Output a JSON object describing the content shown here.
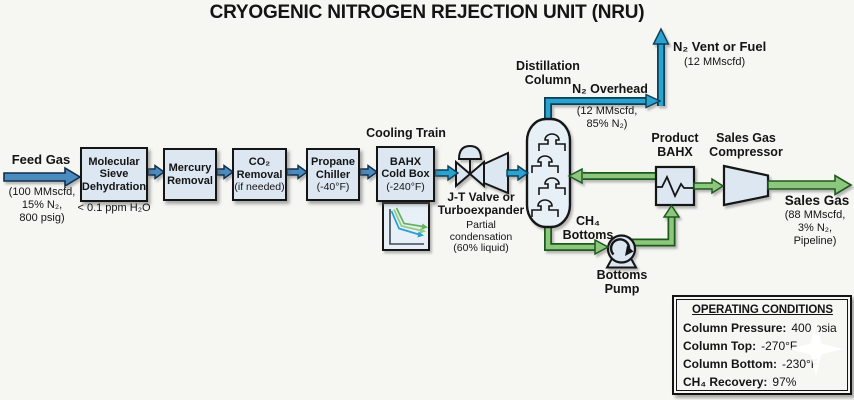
{
  "title": "CRYOGENIC NITROGEN REJECTION UNIT (NRU)",
  "feed": {
    "label": "Feed Gas",
    "info1": "(100 MMscfd,",
    "info2": "15% N₂,",
    "info3": "800 psig)"
  },
  "boxes": {
    "molsieve": {
      "l1": "Molecular",
      "l2": "Sieve",
      "l3": "Dehydration",
      "note": "< 0.1 ppm H₂O"
    },
    "mercury": {
      "l1": "Mercury",
      "l2": "Removal"
    },
    "co2": {
      "l1": "CO₂",
      "l2": "Removal",
      "l3": "(if needed)"
    },
    "propane": {
      "l1": "Propane",
      "l2": "Chiller",
      "l3": "(-40°F)"
    },
    "bahx": {
      "section": "Cooling Train",
      "l1": "BAHX",
      "l2": "Cold Box",
      "l3": "(-240°F)"
    }
  },
  "jt": {
    "l1": "J-T Valve or",
    "l2": "Turboexpander",
    "n1": "Partial",
    "n2": "condensation",
    "n3": "(60% liquid)"
  },
  "column": {
    "l1": "Distillation",
    "l2": "Column"
  },
  "overhead": {
    "label": "N₂ Overhead",
    "i1": "(12 MMscfd,",
    "i2": "85% N₂)"
  },
  "vent": {
    "label": "N₂ Vent or Fuel",
    "info": "(12 MMscfd)"
  },
  "bottoms": {
    "l1": "CH₄",
    "l2": "Bottoms"
  },
  "pump": {
    "l1": "Bottoms",
    "l2": "Pump"
  },
  "pbahx": {
    "l1": "Product",
    "l2": "BAHX"
  },
  "compressor": {
    "l1": "Sales Gas",
    "l2": "Compressor"
  },
  "sales": {
    "label": "Sales Gas",
    "i1": "(88 MMscfd,",
    "i2": "3% N₂,",
    "i3": "Pipeline)"
  },
  "conditions": {
    "title": "OPERATING CONDITIONS",
    "rows": [
      {
        "label": "Column Pressure:",
        "value": "400 psia"
      },
      {
        "label": "Column Top:",
        "value": "-270°F"
      },
      {
        "label": "Column Bottom:",
        "value": "-230°F"
      },
      {
        "label": "CH₄ Recovery:",
        "value": "97%"
      }
    ]
  },
  "colors": {
    "process_arrow_blue": "#4c8bbd",
    "cryogenic_arrow_cyan": "#2aa3d1",
    "methane_arrow_green": "#8dc77d",
    "equipment_fill": "#dce7f2"
  }
}
